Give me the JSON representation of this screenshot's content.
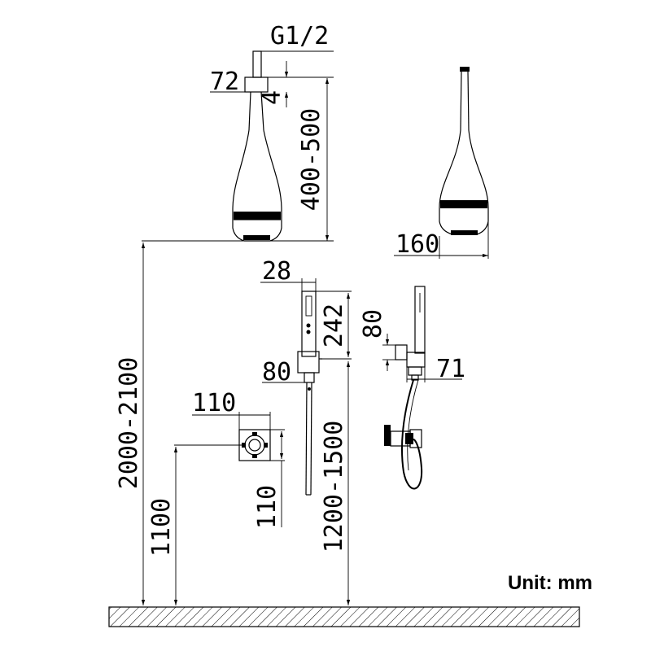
{
  "dims": {
    "g12": "G1/2",
    "w72": "72",
    "d4": "4",
    "h400_500": "400-500",
    "w160": "160",
    "w28": "28",
    "h242": "242",
    "w80": "80",
    "h80": "80",
    "w71": "71",
    "w110": "110",
    "h110": "110",
    "h2000_2100": "2000-2100",
    "h1100": "1100",
    "h1200_1500": "1200-1500"
  },
  "unit_label": "Unit: mm"
}
